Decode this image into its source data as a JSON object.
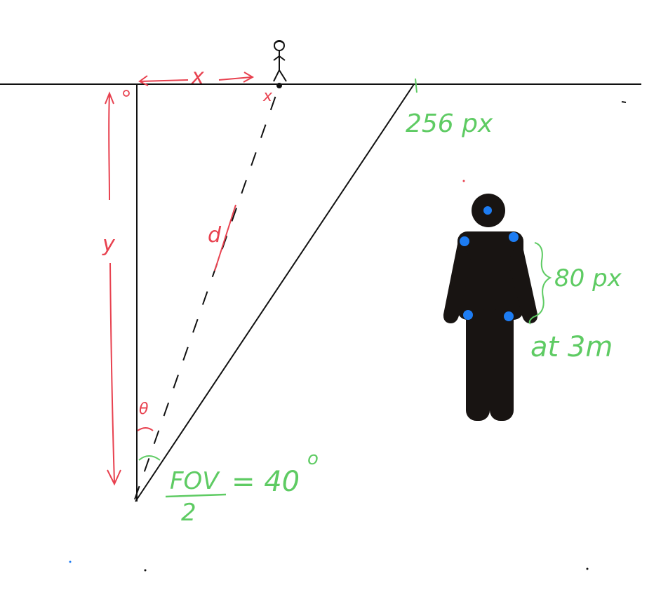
{
  "labels": {
    "x_top": "x",
    "x_small": "x",
    "y_side": "y",
    "d_label": "d",
    "theta": "θ",
    "theta_small": "0",
    "width_px": "256 px",
    "height_px": "80 px",
    "distance": "at 3m",
    "fov_num": "FOV",
    "fov_den": "2",
    "fov_eq": "= 40",
    "fov_deg": "o"
  },
  "colors": {
    "ink": "#111111",
    "red": "#e8414f",
    "green": "#5ecb63",
    "figure": "#181412",
    "keypoint": "#1d7cf2"
  }
}
